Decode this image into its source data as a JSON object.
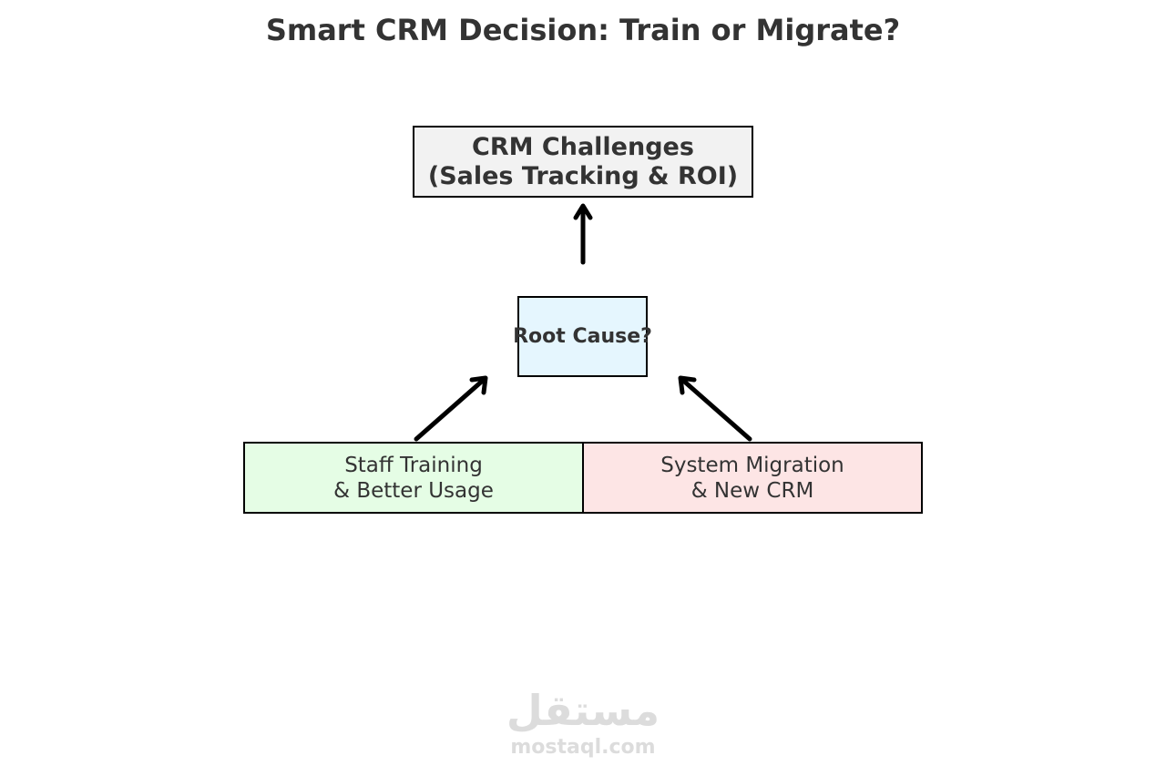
{
  "title": "Smart CRM Decision: Train or Migrate?",
  "nodes": {
    "challenges": {
      "line1": "CRM Challenges",
      "line2": "(Sales Tracking & ROI)",
      "fill": "#f2f2f2"
    },
    "root_cause": {
      "label": "Root Cause?",
      "fill": "#e5f6fe"
    },
    "training": {
      "line1": "Staff Training",
      "line2": "& Better Usage",
      "fill": "#e5fde5"
    },
    "migration": {
      "line1": "System Migration",
      "line2": "& New CRM",
      "fill": "#fde5e5"
    }
  },
  "edges": [
    {
      "from": "root_cause",
      "to": "challenges"
    },
    {
      "from": "training",
      "to": "root_cause"
    },
    {
      "from": "migration",
      "to": "root_cause"
    }
  ],
  "watermark": {
    "arabic": "مستقل",
    "url": "mostaql.com"
  }
}
